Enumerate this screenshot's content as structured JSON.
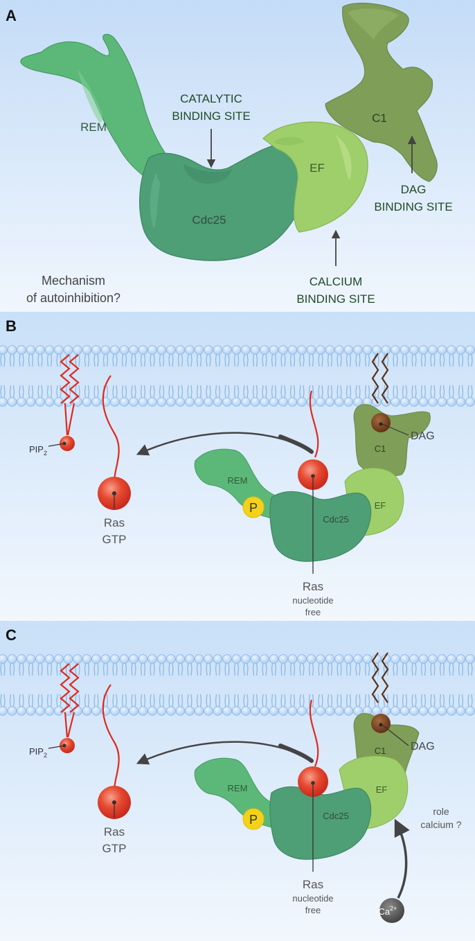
{
  "panels": {
    "A": {
      "letter": "A",
      "domains": {
        "rem": "REM",
        "cdc25": "Cdc25",
        "ef": "EF",
        "c1": "C1"
      },
      "sites": {
        "catalytic": [
          "CATALYTIC",
          "BINDING SITE"
        ],
        "dag": [
          "DAG",
          "BINDING SITE"
        ],
        "calcium": [
          "CALCIUM",
          "BINDING SITE"
        ]
      },
      "question": [
        "Mechanism",
        "of autoinhibition?"
      ]
    },
    "B": {
      "letter": "B",
      "pip2": "PIP",
      "pip2_sub": "2",
      "ras_gtp": [
        "Ras",
        "GTP"
      ],
      "phospho": "P",
      "domains": {
        "rem": "REM",
        "cdc25": "Cdc25",
        "ef": "EF",
        "c1": "C1"
      },
      "dag": "DAG",
      "ras_free": [
        "Ras",
        "nucleotide",
        "free"
      ]
    },
    "C": {
      "letter": "C",
      "pip2": "PIP",
      "pip2_sub": "2",
      "ras_gtp": [
        "Ras",
        "GTP"
      ],
      "phospho": "P",
      "domains": {
        "rem": "REM",
        "cdc25": "Cdc25",
        "ef": "EF",
        "c1": "C1"
      },
      "dag": "DAG",
      "ras_free": [
        "Ras",
        "nucleotide",
        "free"
      ],
      "calcium_role": [
        "role",
        "calcium ?"
      ],
      "ca_ion": "Ca",
      "ca_charge": "2+"
    }
  },
  "colors": {
    "rem": "#5cb878",
    "cdc25": "#4e9e76",
    "ef": "#9fcf6a",
    "c1": "#7f9e58",
    "ras": "#e23a2a",
    "dag": "#6e3b1a",
    "membrane": "#a9cdf2",
    "phospho": "#f4d21a",
    "label_dark": "#1f4a28",
    "label_gray": "#4a4a4a"
  }
}
